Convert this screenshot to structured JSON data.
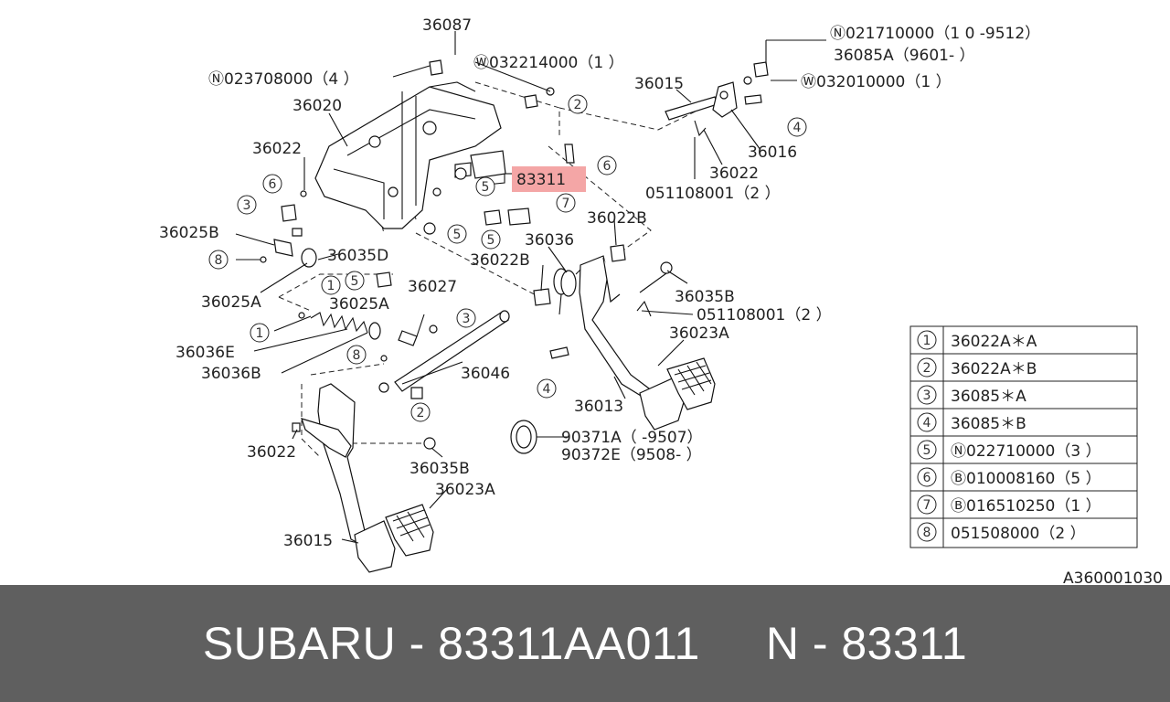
{
  "diagram": {
    "reference_code": "A360001030",
    "highlighted_part": "83311",
    "highlight_color": "#f4a6a6",
    "callouts": {
      "c1": "36087",
      "c2": "Ⓝ023708000（4 ）",
      "c3": "Ⓦ032214000（1 ）",
      "c4": "36020",
      "c5": "36022",
      "c6": "36025B",
      "c7": "36035D",
      "c8": "36025A",
      "c9": "36025A",
      "c10": "36027",
      "c11": "36036E",
      "c12": "36036B",
      "c13": "36046",
      "c14": "36022",
      "c15": "36035B",
      "c16": "36023A",
      "c17": "36015",
      "c18": "36036",
      "c19": "36022B",
      "c20": "36022B",
      "c21": "36035B",
      "c22": "051108001（2 ）",
      "c23": "36023A",
      "c24": "36013",
      "c25": "90371A（    -9507）",
      "c26": "90372E（9508-      ）",
      "c27": "36015",
      "c28": "Ⓝ021710000（1  0     -9512）",
      "c29": "36085A（9601-       ）",
      "c30": "Ⓦ032010000（1 ）",
      "c31": "36016",
      "c32": "36022",
      "c33": "051108001（2 ）",
      "c34": "83311"
    },
    "markers": {
      "m1": "1",
      "m2": "1",
      "m3": "2",
      "m4": "2",
      "m5": "3",
      "m6": "3",
      "m7": "4",
      "m8": "4",
      "m9": "5",
      "m10": "5",
      "m11": "5",
      "m12": "5",
      "m13": "6",
      "m14": "6",
      "m15": "7",
      "m16": "8",
      "m17": "8"
    },
    "legend": [
      {
        "num": "1",
        "text": "36022A＊A"
      },
      {
        "num": "2",
        "text": "36022A＊B"
      },
      {
        "num": "3",
        "text": "36085＊A"
      },
      {
        "num": "4",
        "text": "36085＊B"
      },
      {
        "num": "5",
        "text": "Ⓝ022710000（3 ）"
      },
      {
        "num": "6",
        "text": "Ⓑ010008160（5 ）"
      },
      {
        "num": "7",
        "text": "Ⓑ016510250（1 ）"
      },
      {
        "num": "8",
        "text": "051508000（2 ）"
      }
    ]
  },
  "footer": {
    "text": "SUBARU - 83311AA011     N - 83311"
  }
}
